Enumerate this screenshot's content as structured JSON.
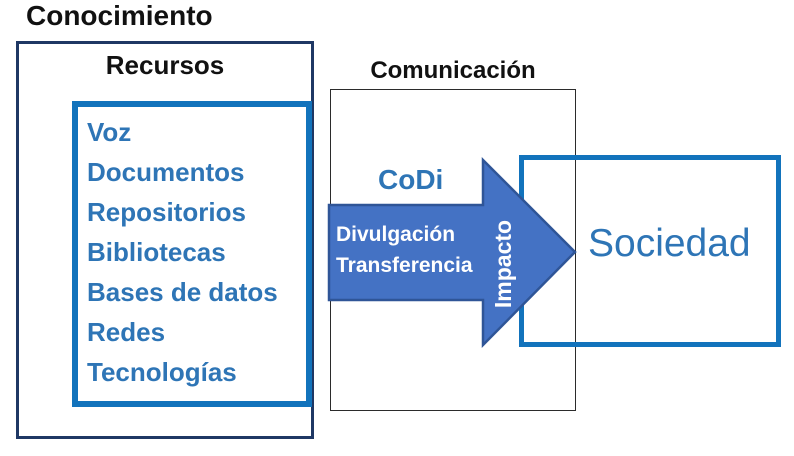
{
  "title": "Conocimiento",
  "recursos": {
    "heading": "Recursos",
    "items": [
      "Voz",
      "Documentos",
      "Repositorios",
      "Bibliotecas",
      "Bases de datos",
      "Redes",
      "Tecnologías"
    ]
  },
  "comunicacion": {
    "heading": "Comunicación",
    "codi_label": "CoDi",
    "arrow": {
      "line1": "Divulgación",
      "line2": "Transferencia",
      "head_label": "Impacto"
    }
  },
  "sociedad": {
    "label": "Sociedad"
  },
  "colors": {
    "accent_blue_border": "#1273BC",
    "text_blue": "#2E75B6",
    "arrow_fill": "#4472C4",
    "arrow_outline": "#2F5597",
    "outer_box_border": "#1F3864",
    "thin_box_border": "#2B2B2B",
    "heading_text": "#111111",
    "arrow_text": "#FFFFFF"
  }
}
